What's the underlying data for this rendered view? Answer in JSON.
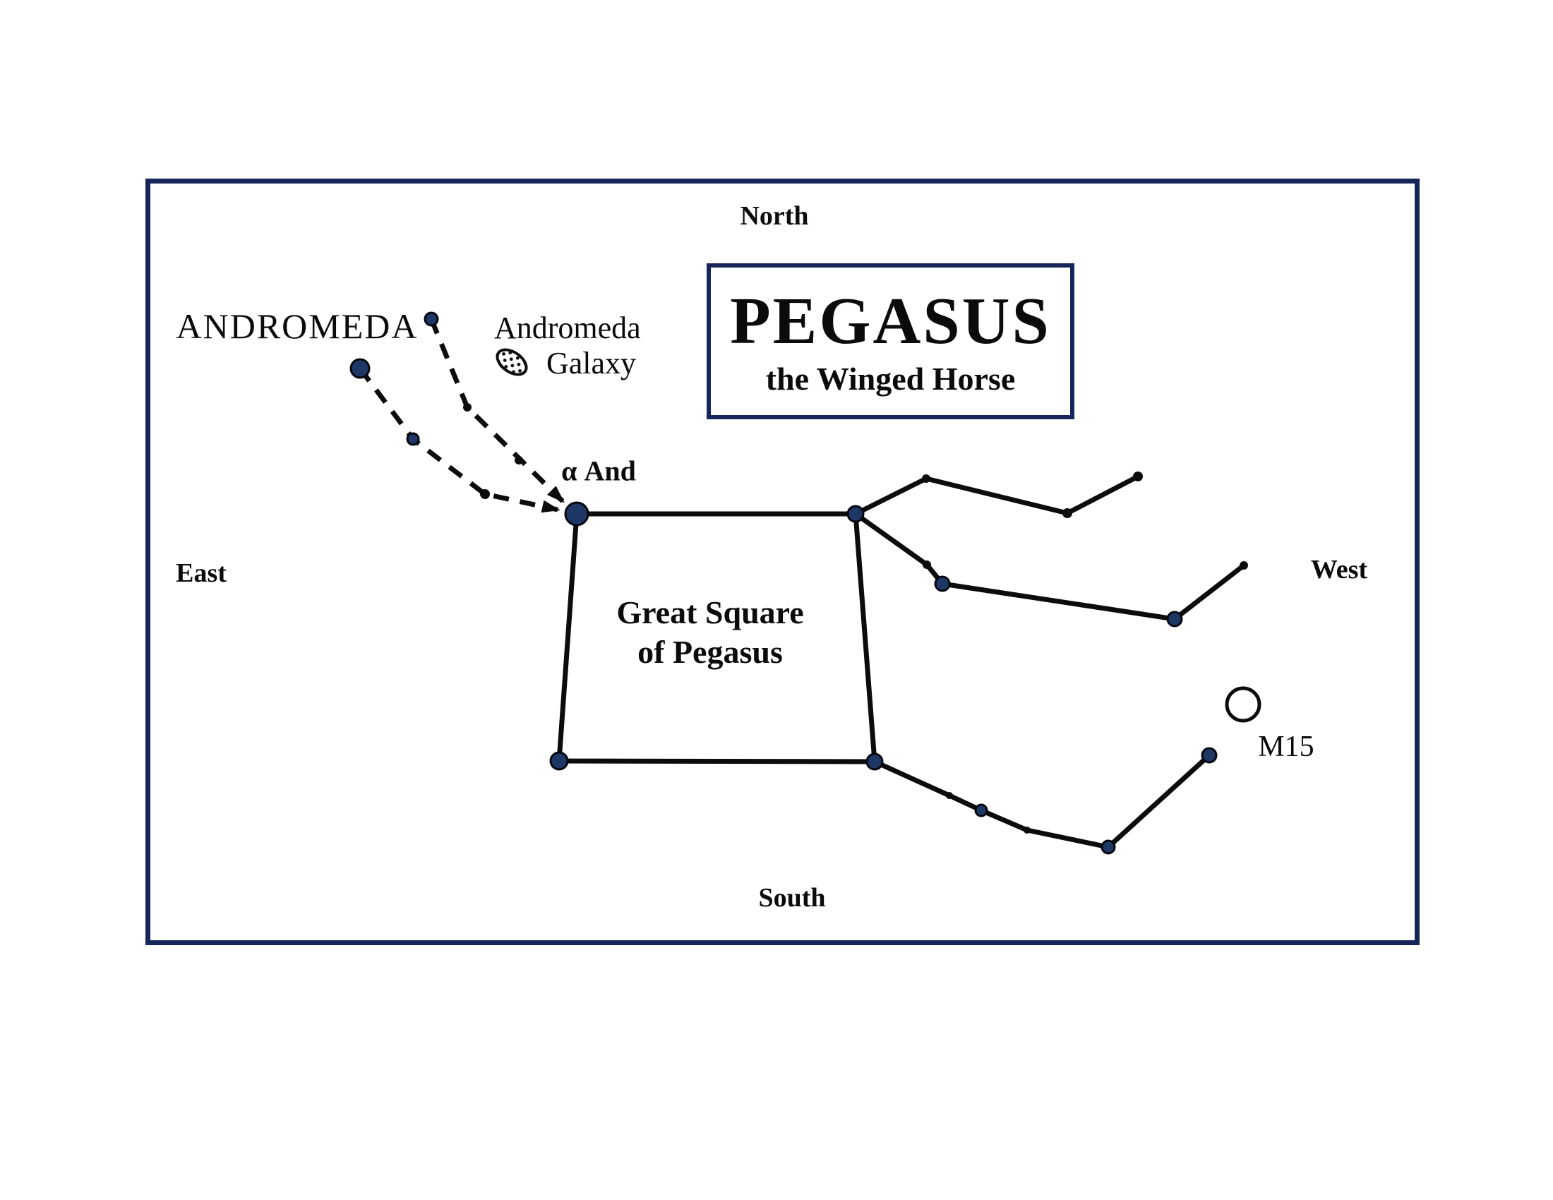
{
  "title_box": {
    "title": "PEGASUS",
    "subtitle": "the Winged Horse"
  },
  "compass": {
    "north": "North",
    "south": "South",
    "east": "East",
    "west": "West"
  },
  "labels": {
    "andromeda_constellation": "ANDROMEDA",
    "andromeda_galaxy_line1": "Andromeda",
    "andromeda_galaxy_line2": "Galaxy",
    "alpha_and": "α And",
    "great_square_line1": "Great Square",
    "great_square_line2": "of Pegasus",
    "m15": "M15"
  },
  "colors": {
    "frame_border": "#16265a",
    "line": "#0c0c0c",
    "star_fill": "#1e3765",
    "background": "#ffffff"
  }
}
